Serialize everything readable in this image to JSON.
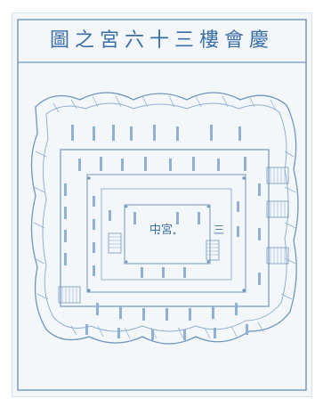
{
  "title": "圖之宮六十三樓會慶",
  "center_label": "中宮",
  "right_marker": "三",
  "colors": {
    "ink": "#3a6fa7",
    "ink_light": "#8fb0d2",
    "paper": "#f4f7fa",
    "frame": "#6f95bf"
  }
}
